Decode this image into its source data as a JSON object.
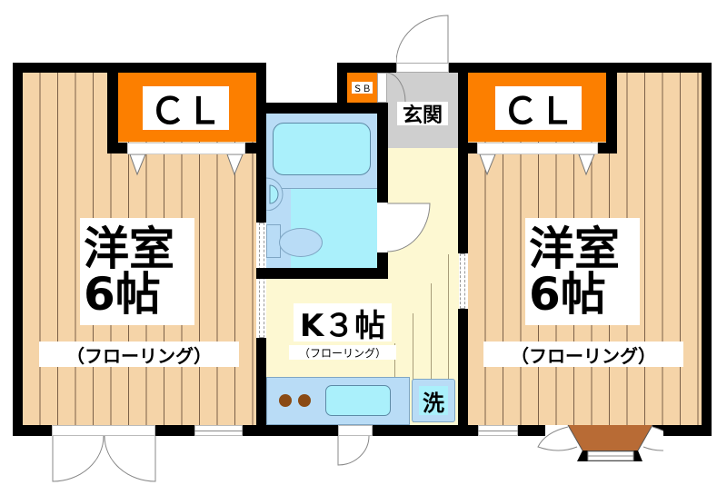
{
  "floorplan": {
    "rooms": {
      "western_left": {
        "title_line1": "洋室",
        "title_line2": "6帖",
        "flooring": "（フローリング）"
      },
      "western_right": {
        "title_line1": "洋室",
        "title_line2": "6帖",
        "flooring": "（フローリング）"
      },
      "kitchen": {
        "title": "K３帖",
        "flooring": "（フローリング）"
      },
      "entrance": {
        "title": "玄関"
      }
    },
    "closets": {
      "left": "ＣＬ",
      "right": "ＣＬ",
      "shoe_box": "ＳＢ"
    },
    "fixtures": {
      "washer": "洗"
    },
    "colors": {
      "wood_floor": "#f5d4a8",
      "kitchen_floor": "#fdf8d2",
      "closet": "#fc7f00",
      "entrance": "#cfcfcf",
      "bathroom": "#b9dcf6",
      "tub": "#aaf0fb",
      "bay_window": "#b86b35",
      "wall": "#000000"
    }
  }
}
